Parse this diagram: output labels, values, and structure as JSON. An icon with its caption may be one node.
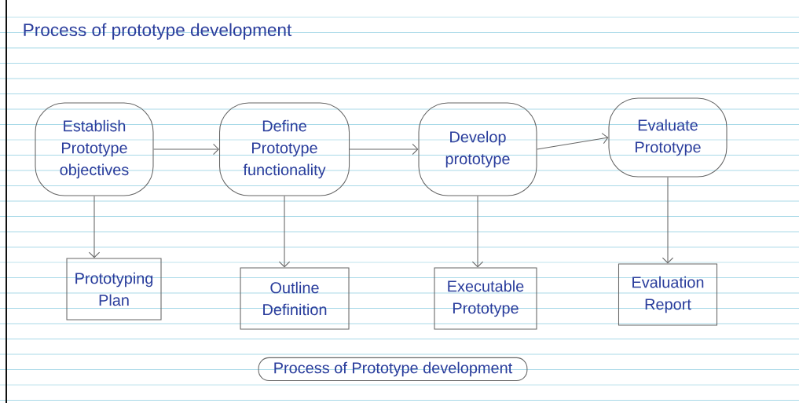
{
  "diagram": {
    "title": "Process of prototype development",
    "caption": "Process of Prototype development",
    "nodes": [
      {
        "text": [
          "Establish Prototype objectives"
        ]
      },
      {
        "text": [
          "Define Prototype functionality"
        ]
      },
      {
        "text": [
          "Develop prototype"
        ]
      },
      {
        "text": [
          "Evaluate Prototype"
        ]
      },
      {
        "text": [
          "Prototyping Plan"
        ]
      },
      {
        "text": [
          "Outline Definition"
        ]
      },
      {
        "text": [
          "Executable Prototype"
        ]
      },
      {
        "text": [
          "Evaluation Report"
        ]
      }
    ],
    "edges": [
      {
        "from": 0,
        "to": 1,
        "arrow": "to"
      },
      {
        "from": 1,
        "to": 2,
        "arrow": "to"
      },
      {
        "from": 2,
        "to": 3,
        "arrow": "to"
      },
      {
        "from": 0,
        "to": 4,
        "arrow": "to"
      },
      {
        "from": 1,
        "to": 5,
        "arrow": "to"
      },
      {
        "from": 2,
        "to": 6,
        "arrow": "to"
      },
      {
        "from": 3,
        "to": 7,
        "arrow": "to"
      }
    ]
  }
}
